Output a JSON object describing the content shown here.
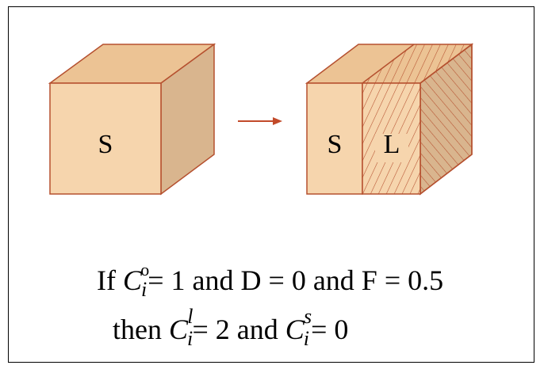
{
  "diagram": {
    "solid_label": "S",
    "right_solid_label": "S",
    "liquid_label": "L",
    "arrow": "→"
  },
  "colors": {
    "face_front": "#f6d5ad",
    "face_top": "#ecc394",
    "face_side": "#d9b58e",
    "edge": "#b5502f",
    "hatch": "#b5502f",
    "arrow": "#c24a2a"
  },
  "equation": {
    "line1": {
      "prefix": "If ",
      "var_c": "C",
      "sub_i": "i",
      "sup_o": "o",
      "eq1": "= 1 and D = 0 and F = 0.5"
    },
    "line2": {
      "prefix": "then ",
      "var_c1": "C",
      "sub_i1": "i",
      "sup_l": "l",
      "eq1": "= 2 and ",
      "var_c2": "C",
      "sub_i2": "i",
      "sup_s": "s",
      "eq2": "= 0"
    }
  }
}
